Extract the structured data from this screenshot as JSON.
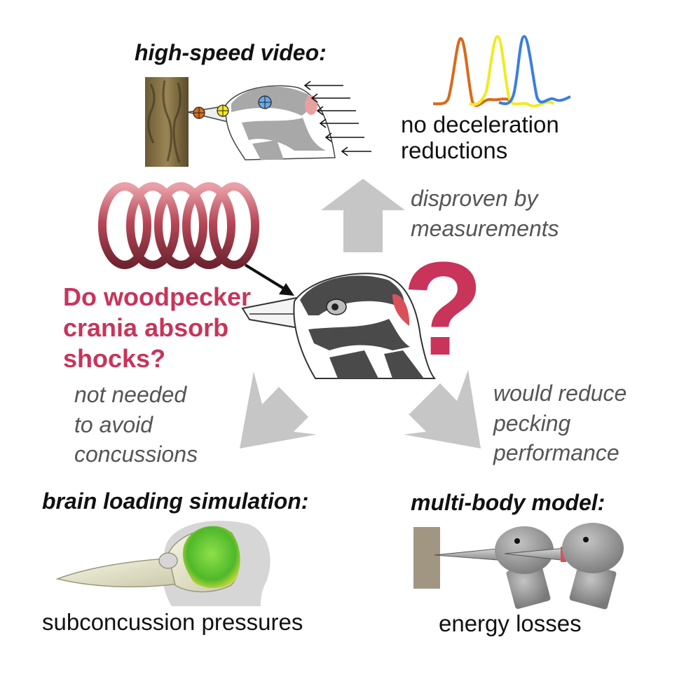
{
  "header_video": "high-speed video:",
  "header_simulation": "brain loading simulation:",
  "header_model": "multi-body model:",
  "caption_video": [
    "no deceleration",
    "reductions"
  ],
  "caption_simulation": "subconcussion pressures",
  "caption_model": "energy losses",
  "arrow_up_label": [
    "disproven by",
    "measurements"
  ],
  "arrow_left_label": [
    "not needed",
    "to avoid",
    "concussions"
  ],
  "arrow_right_label": [
    "would reduce",
    "pecking",
    "performance"
  ],
  "central_question": [
    "Do woodpecker",
    "crania absorb",
    "shocks?"
  ],
  "question_mark": "?",
  "colors": {
    "accent": "#c8345a",
    "arrow_gray": "#c6c6c6",
    "signal_orange": "#d96a1c",
    "signal_yellow": "#f2ea22",
    "signal_blue": "#3a7fe0",
    "spring": "#b84857",
    "bird_dark": "#4a4a4a",
    "bird_light": "#a8a8a8",
    "crest_red": "#d9505a",
    "brain_green": "#5ec22e",
    "wall_brown": "#a09682"
  }
}
